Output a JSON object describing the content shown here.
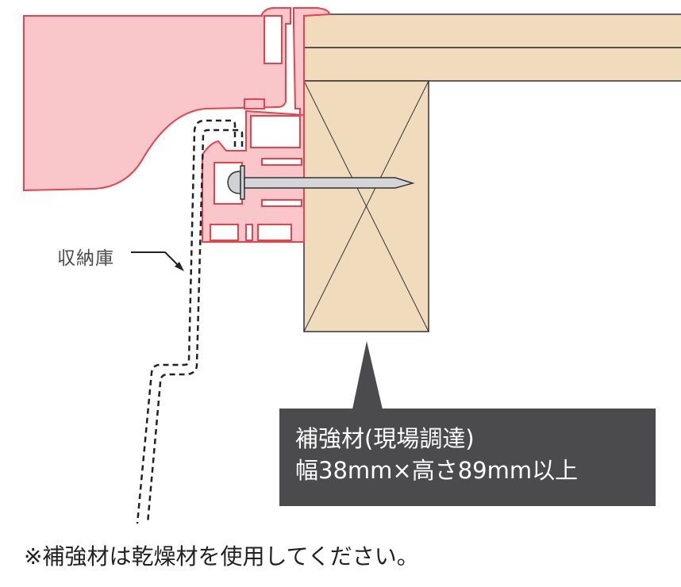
{
  "labels": {
    "storage": "収納庫",
    "reinforcement_line1": "補強材(現場調達)",
    "reinforcement_line2": "幅38mm×高さ89mm以上",
    "note": "※補強材は乾燥材を使用してください。"
  },
  "colors": {
    "profile_fill": "#f9c6c9",
    "profile_stroke": "#e8424c",
    "wood": "#f0dbbd",
    "callout": "#4b4b4d"
  }
}
